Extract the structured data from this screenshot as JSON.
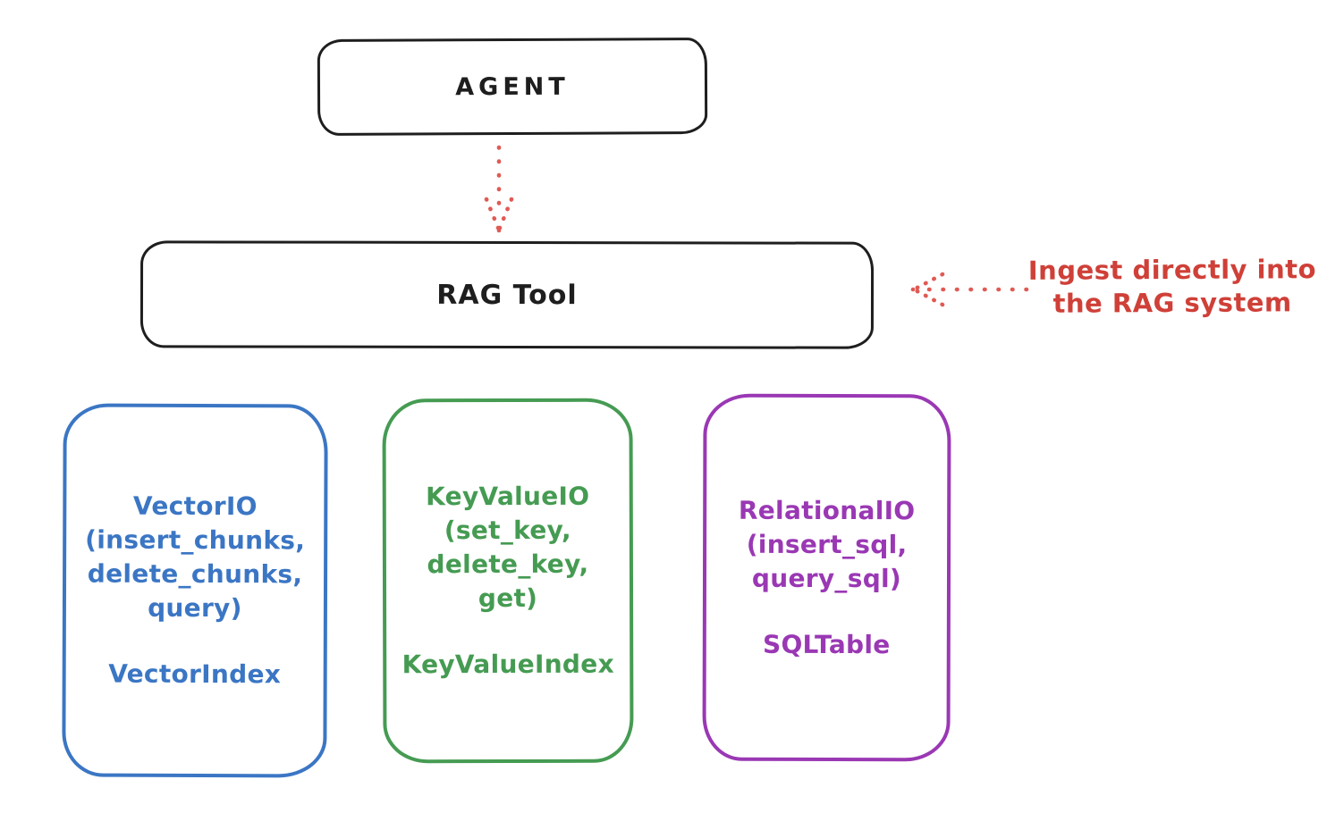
{
  "agent": {
    "label": "AGENT"
  },
  "rag_tool": {
    "label": "RAG Tool"
  },
  "annotation": {
    "line1": "Ingest directly into",
    "line2": "the RAG system"
  },
  "stores": [
    {
      "name": "vector-io",
      "color": "#3b76c4",
      "lines": [
        "VectorIO",
        "(insert_chunks,",
        "delete_chunks,",
        "query)"
      ],
      "index_label": "VectorIndex"
    },
    {
      "name": "keyvalue-io",
      "color": "#459b52",
      "lines": [
        "KeyValueIO",
        "(set_key,",
        "delete_key, get)"
      ],
      "index_label": "KeyValueIndex"
    },
    {
      "name": "relational-io",
      "color": "#9a38b4",
      "lines": [
        "RelationalIO",
        "(insert_sql,",
        "query_sql)"
      ],
      "index_label": "SQLTable"
    }
  ],
  "colors": {
    "stroke": "#1e1e1e",
    "red_text": "#cf4038",
    "red_arrow": "#e05a54",
    "background": "#ffffff"
  }
}
